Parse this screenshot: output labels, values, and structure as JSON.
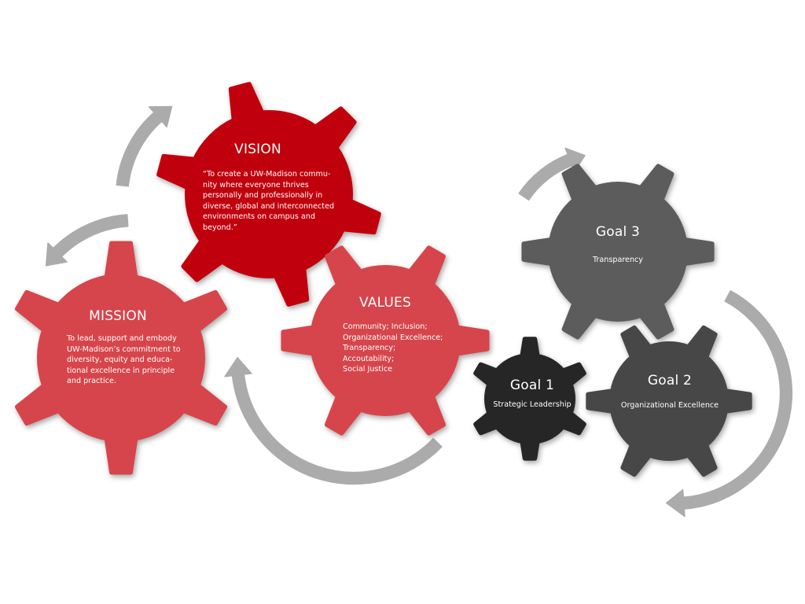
{
  "colors": {
    "vision": "#C1060F",
    "mission": "#D6444B",
    "values": "#D6444B",
    "goal3": "#5B5B5B",
    "goal2": "#464646",
    "goal1": "#282828",
    "arrow": "#ABABAB",
    "text": "#FFFFFF"
  },
  "gears": {
    "vision": {
      "title": "VISION",
      "text": "“To create a UW-Madison commu-\nnity where everyone thrives\npersonally and professionally in\ndiverse, global and interconnected\nenvironments on campus and\nbeyond.”"
    },
    "mission": {
      "title": "MISSION",
      "text": "To lead, support and embody\nUW-Madison’s commitment to\ndiversity, equity and educa-\ntional excellence in principle\nand practice."
    },
    "values": {
      "title": "VALUES",
      "text": "Community; Inclusion;\nOrganizational Excellence;\nTransparency;\nAccoutability;\nSocial Justice"
    },
    "goal3": {
      "title": "Goal 3",
      "subtitle": "Transparency"
    },
    "goal2": {
      "title": "Goal 2",
      "subtitle": "Organizational Excellence"
    },
    "goal1": {
      "title": "Goal 1",
      "subtitle": "Strategic Leadership"
    }
  },
  "arrows": [
    {
      "name": "arrow-top-left-up",
      "icon": "curved-arrow-icon"
    },
    {
      "name": "arrow-left-down",
      "icon": "curved-arrow-icon"
    },
    {
      "name": "arrow-bottom-up",
      "icon": "curved-arrow-icon"
    },
    {
      "name": "arrow-goal3-up",
      "icon": "curved-arrow-icon"
    },
    {
      "name": "arrow-right-down",
      "icon": "curved-arrow-icon"
    }
  ]
}
